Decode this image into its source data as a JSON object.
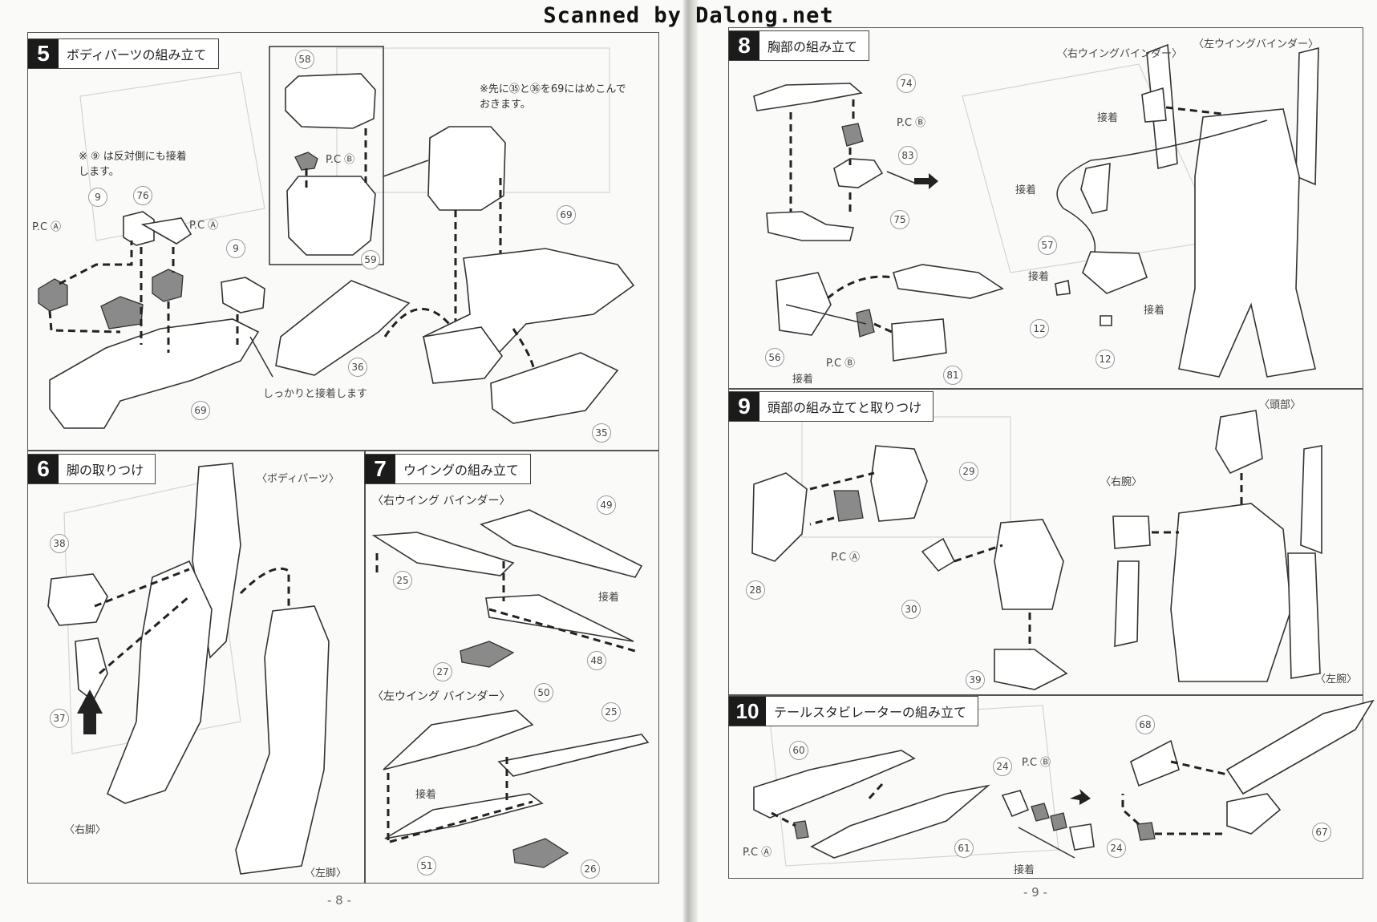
{
  "banner": "Scanned by Dalong.net",
  "steps": {
    "s5": {
      "num": "5",
      "title": "ボディパーツの組み立て",
      "note_right": "※先に㉟と㊱を69にはめこんで\nおきます。",
      "note_left": "※ ⑨ は反対側にも接着\nします。",
      "glue_note": "しっかりと接着します",
      "labels": {
        "pca1": "P.C Ⓐ",
        "pca2": "P.C Ⓐ",
        "pcb": "P.C Ⓑ"
      }
    },
    "s6": {
      "num": "6",
      "title": "脚の取りつけ",
      "labels": {
        "body": "〈ボディパーツ〉",
        "right_leg": "〈右脚〉",
        "left_leg": "〈左脚〉"
      }
    },
    "s7": {
      "num": "7",
      "title": "ウイングの組み立て",
      "sub_right": "〈右ウイング バインダー〉",
      "sub_left": "〈左ウイング バインダー〉",
      "glue1": "接着",
      "glue2": "接着"
    },
    "s8": {
      "num": "8",
      "title": "胸部の組み立て",
      "labels": {
        "right_wing": "〈右ウイングバインダー〉",
        "left_wing": "〈左ウイングバインダー〉",
        "pcb1": "P.C Ⓑ",
        "pcb2": "P.C Ⓑ",
        "glue1": "接着",
        "glue2": "接着",
        "glue3": "接着",
        "glue4": "接着",
        "glue5": "接着"
      }
    },
    "s9": {
      "num": "9",
      "title": "頭部の組み立てと取りつけ",
      "labels": {
        "head": "〈頭部〉",
        "right_arm": "〈右腕〉",
        "left_arm": "〈左腕〉",
        "pca": "P.C Ⓐ"
      }
    },
    "s10": {
      "num": "10",
      "title": "テールスタビレーターの組み立て",
      "labels": {
        "pcb": "P.C Ⓑ",
        "pca": "P.C Ⓐ",
        "glue": "接着"
      }
    }
  },
  "part_numbers": {
    "p58": "58",
    "p59": "59",
    "p69a": "69",
    "p69b": "69",
    "p76": "76",
    "p9a": "9",
    "p9b": "9",
    "p36": "36",
    "p35": "35",
    "p38": "38",
    "p37": "37",
    "p49": "49",
    "p25a": "25",
    "p48": "48",
    "p27": "27",
    "p50": "50",
    "p25b": "25",
    "p51": "51",
    "p26": "26",
    "p74": "74",
    "p83": "83",
    "p75": "75",
    "p56": "56",
    "p81": "81",
    "p57": "57",
    "p12a": "12",
    "p12b": "12",
    "p29": "29",
    "p28": "28",
    "p30": "30",
    "p39": "39",
    "p60": "60",
    "p61": "61",
    "p24a": "24",
    "p24b": "24",
    "p68": "68",
    "p67": "67"
  },
  "folio_left": "- 8 -",
  "folio_right": "- 9 -"
}
